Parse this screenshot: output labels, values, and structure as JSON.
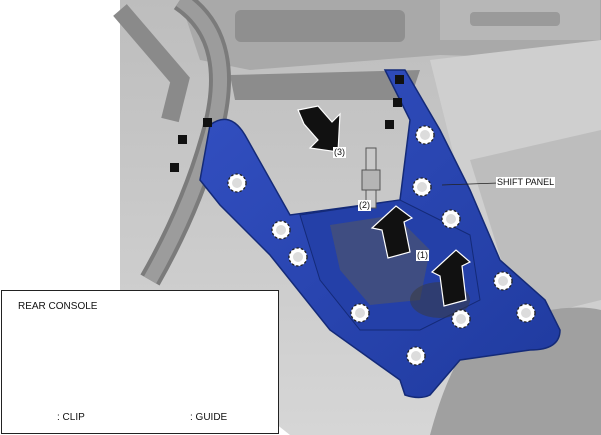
{
  "labels": {
    "shift_panel": "SHIFT PANEL",
    "step1": "(1)",
    "step2": "(2)",
    "step3": "(3)"
  },
  "inset": {
    "rear_console": "REAR CONSOLE",
    "clip_legend": ": CLIP",
    "guide_legend": ": GUIDE"
  },
  "colors": {
    "panel_blue": "#2a48b8",
    "panel_dark": "#1a2e86",
    "interior_gray": "#c9c9c9",
    "arrow_black": "#111111"
  },
  "icons": [
    "clip-icon",
    "guide-icon",
    "removal-arrow-icon"
  ]
}
